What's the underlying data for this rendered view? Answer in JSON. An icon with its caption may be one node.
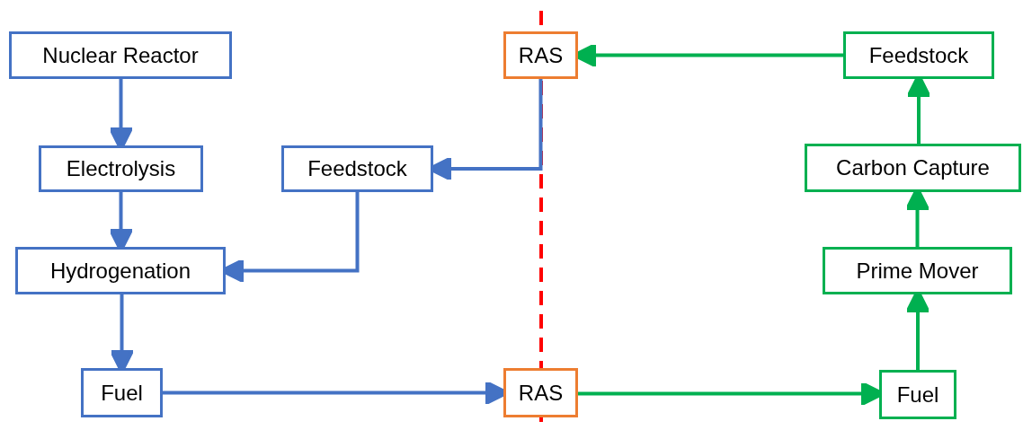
{
  "diagram": {
    "nodes": [
      {
        "text": [
          "Nuclear Reactor"
        ]
      },
      {
        "text": [
          "Electrolysis"
        ]
      },
      {
        "text": [
          "Feedstock"
        ]
      },
      {
        "text": [
          "Hydrogenation"
        ]
      },
      {
        "text": [
          "Fuel"
        ]
      },
      {
        "text": [
          "RAS"
        ]
      },
      {
        "text": [
          "RAS"
        ]
      },
      {
        "text": [
          "Feedstock"
        ]
      },
      {
        "text": [
          "Carbon Capture"
        ]
      },
      {
        "text": [
          "Prime Mover"
        ]
      },
      {
        "text": [
          "Fuel"
        ]
      }
    ],
    "edges": [
      {
        "from": 0,
        "to": 1,
        "arrow": "to"
      },
      {
        "from": 1,
        "to": 3,
        "arrow": "to"
      },
      {
        "from": 2,
        "to": 3,
        "arrow": "to"
      },
      {
        "from": 3,
        "to": 4,
        "arrow": "to"
      },
      {
        "from": 4,
        "to": 6,
        "arrow": "to"
      },
      {
        "from": 5,
        "to": 2,
        "arrow": "to"
      },
      {
        "from": 6,
        "to": 10,
        "arrow": "to",
        "color": "#00b050"
      },
      {
        "from": 10,
        "to": 9,
        "arrow": "to",
        "color": "#00b050"
      },
      {
        "from": 9,
        "to": 8,
        "arrow": "to",
        "color": "#00b050"
      },
      {
        "from": 8,
        "to": 7,
        "arrow": "to",
        "color": "#00b050"
      },
      {
        "from": 7,
        "to": 5,
        "arrow": "to",
        "color": "#00b050"
      }
    ]
  }
}
